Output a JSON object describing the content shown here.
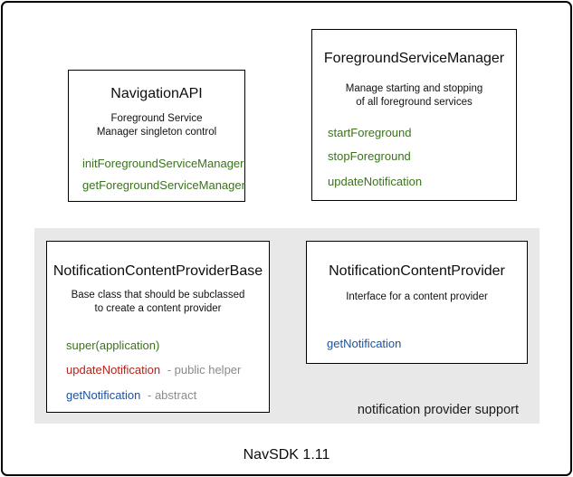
{
  "diagram": {
    "colors": {
      "method_green": "#3a721d",
      "method_red": "#b3231a",
      "method_blue": "#1e53a0",
      "annotation_gray": "#8a8a8a",
      "panel_background": "#e8e8e8",
      "border_black": "#000000"
    },
    "boxes": {
      "navigation_api": {
        "title": "NavigationAPI",
        "description_lines": [
          "Foreground Service",
          "Manager singleton control"
        ],
        "methods": [
          {
            "name": "initForegroundServiceManager"
          },
          {
            "name": "getForegroundServiceManager"
          }
        ]
      },
      "foreground_service_manager": {
        "title": "ForegroundServiceManager",
        "description_lines": [
          "Manage starting and stopping",
          "of all foreground services"
        ],
        "methods": [
          {
            "name": "startForeground"
          },
          {
            "name": "stopForeground"
          },
          {
            "name": "updateNotification"
          }
        ]
      },
      "notification_content_provider_base": {
        "title": "NotificationContentProviderBase",
        "description_lines": [
          "Base class that should be subclassed",
          "to create a content provider"
        ],
        "methods": [
          {
            "name": "super(application)",
            "annotation": ""
          },
          {
            "name": "updateNotification",
            "annotation": "- public helper"
          },
          {
            "name": "getNotification",
            "annotation": "- abstract"
          }
        ]
      },
      "notification_content_provider": {
        "title": "NotificationContentProvider",
        "description_lines": [
          "Interface for a content provider"
        ],
        "methods": [
          {
            "name": "getNotification"
          }
        ]
      }
    },
    "panel_label": "notification provider support",
    "footer": "NavSDK 1.11"
  }
}
